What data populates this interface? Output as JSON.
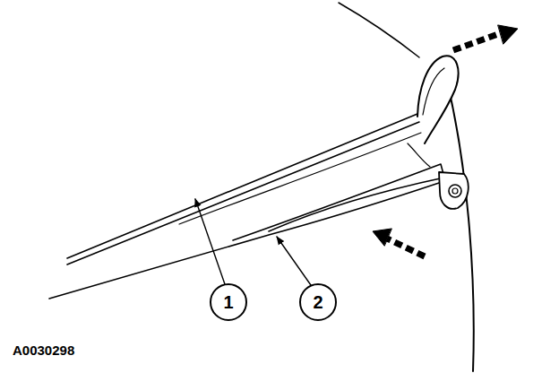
{
  "diagram": {
    "labels": [
      "1",
      "2",
      "A0030298"
    ]
  }
}
